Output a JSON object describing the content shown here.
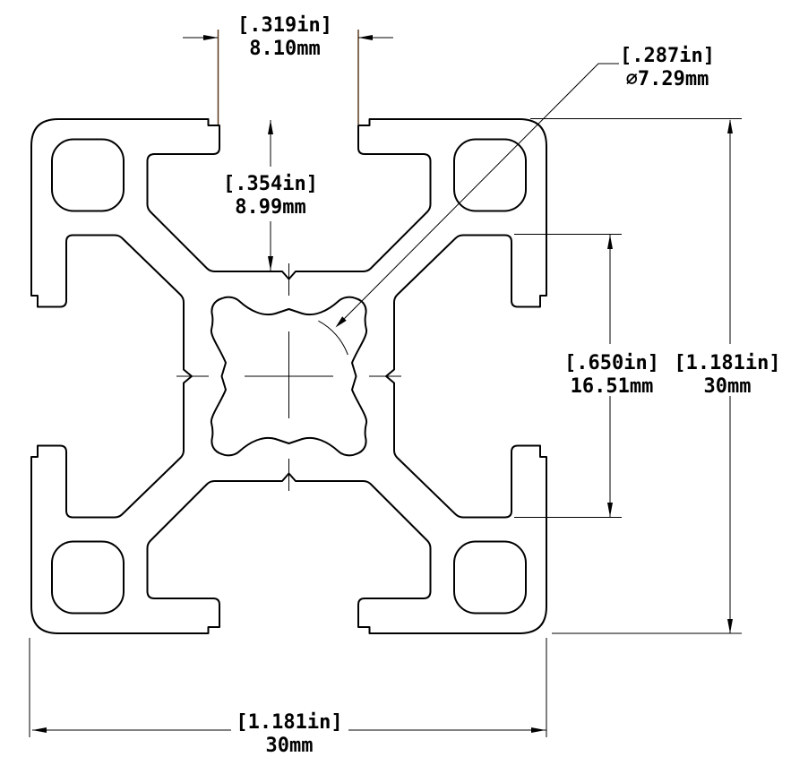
{
  "drawing": {
    "background_color": "#ffffff",
    "profile_line_color": "#000000",
    "dimension_line_color": "#000000",
    "extension_line_color": "#5b3a1d",
    "dimensions": {
      "slot_width": {
        "inch": "[.319in]",
        "mm": "8.10mm"
      },
      "center_bore": {
        "inch": "[.287in]",
        "mm": "∅7.29mm"
      },
      "slot_depth": {
        "inch": "[.354in]",
        "mm": "8.99mm"
      },
      "cavity_width": {
        "inch": "[.650in]",
        "mm": "16.51mm"
      },
      "profile_height": {
        "inch": "[1.181in]",
        "mm": "30mm"
      },
      "profile_width": {
        "inch": "[1.181in]",
        "mm": "30mm"
      }
    }
  }
}
